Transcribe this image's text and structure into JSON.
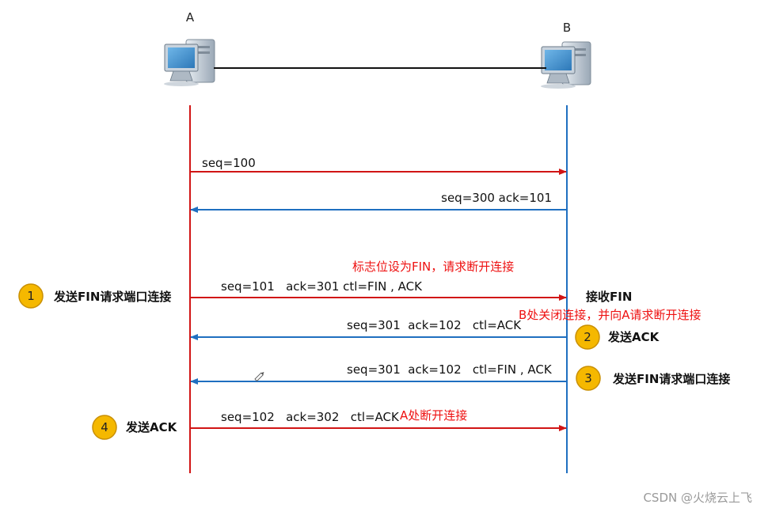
{
  "hosts": {
    "a": "A",
    "b": "B"
  },
  "colors": {
    "a_line": "#d11515",
    "b_line": "#1f6fc0",
    "red_note": "#ee1111",
    "badge": "#f5b800"
  },
  "messages": [
    {
      "dir": "A->B",
      "text": "seq=100"
    },
    {
      "dir": "B->A",
      "text": "seq=300 ack=101"
    },
    {
      "dir": "A->B",
      "text": "seq=101   ack=301 ctl=FIN , ACK"
    },
    {
      "dir": "B->A",
      "text": "seq=301  ack=102   ctl=ACK"
    },
    {
      "dir": "B->A",
      "text": "seq=301  ack=102   ctl=FIN , ACK"
    },
    {
      "dir": "A->B",
      "text": "seq=102   ack=302   ctl=ACK"
    }
  ],
  "notes": {
    "fin_flag": "标志位设为FIN，请求断开连接",
    "recv_fin": "接收FIN",
    "b_close": "B处关闭连接，并向A请求断开连接",
    "a_close": "A处断开连接"
  },
  "steps": [
    {
      "num": "1",
      "label": "发送FIN请求端口连接"
    },
    {
      "num": "2",
      "label": "发送ACK"
    },
    {
      "num": "3",
      "label": "发送FIN请求端口连接"
    },
    {
      "num": "4",
      "label": "发送ACK"
    }
  ],
  "watermark": "CSDN @火烧云上飞"
}
